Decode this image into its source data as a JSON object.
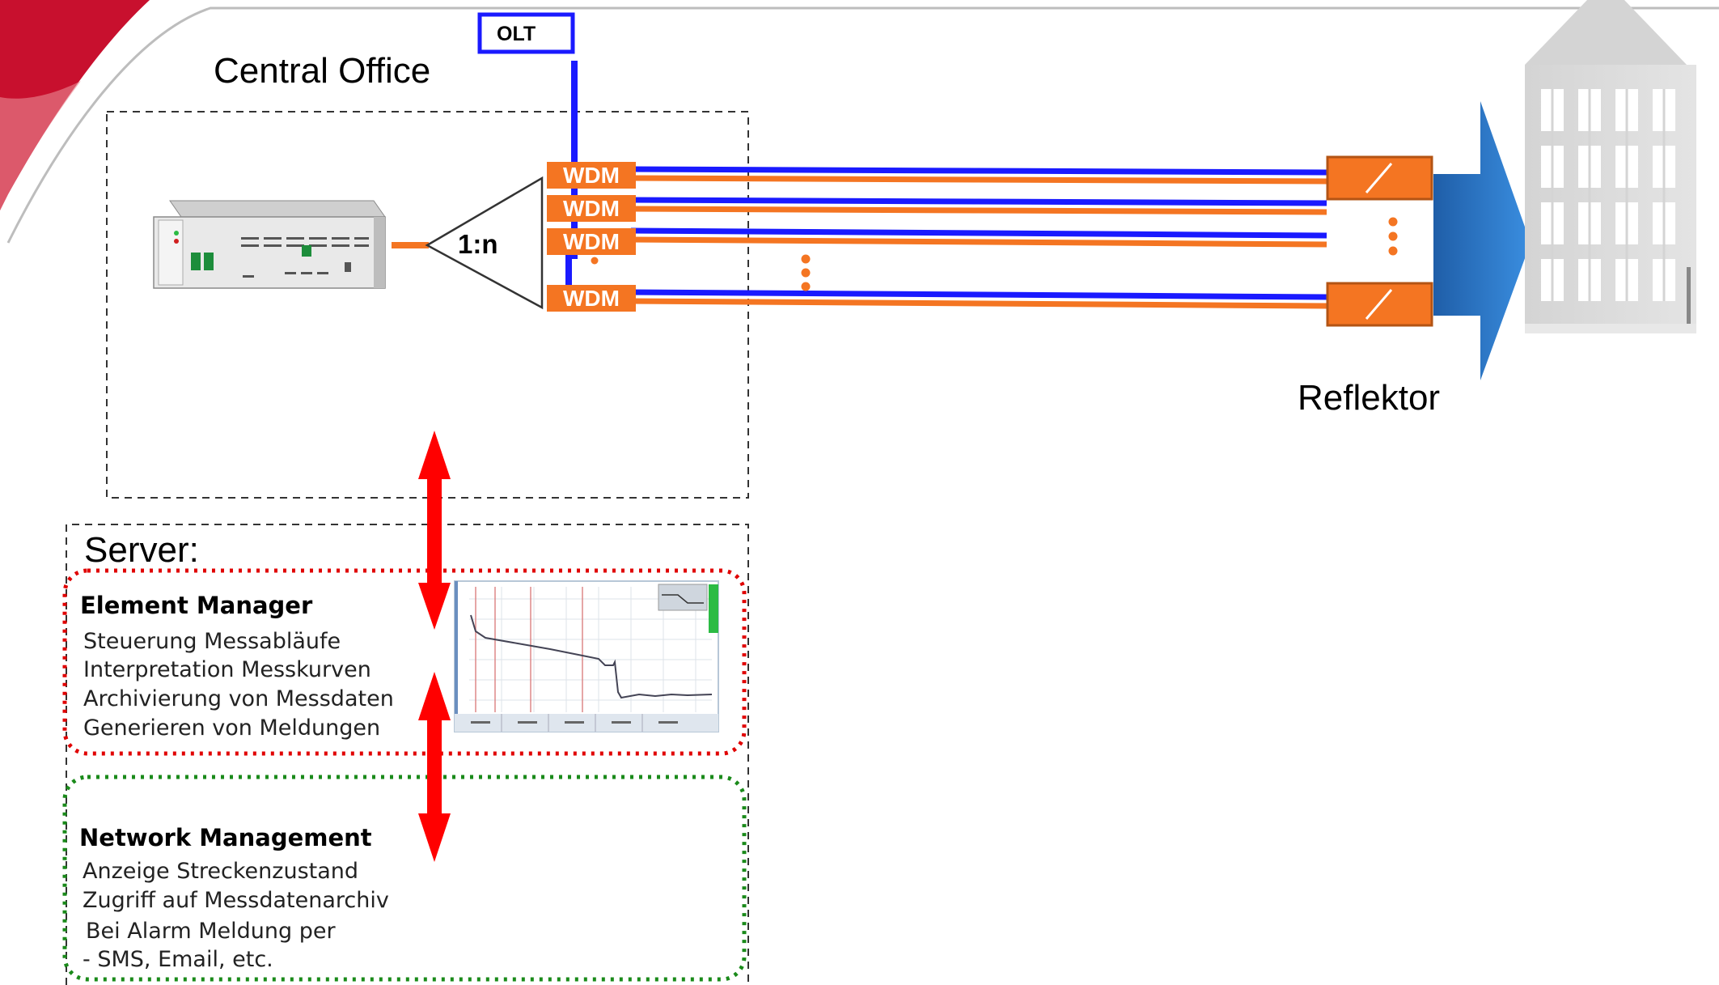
{
  "labels": {
    "olt": "OLT",
    "central_office": "Central Office",
    "splitter": "1:n",
    "reflektor": "Reflektor",
    "server": "Server:"
  },
  "wdm": [
    "WDM",
    "WDM",
    "WDM",
    "WDM"
  ],
  "element_manager": {
    "heading": "Element Manager",
    "items": [
      "Steuerung Messabläufe",
      "Interpretation Messkurven",
      "Archivierung von Messdaten",
      "Generieren von Meldungen"
    ]
  },
  "network_management": {
    "heading": "Network Management",
    "items": [
      "Anzeige Streckenzustand",
      "Zugriff auf Messdatenarchiv",
      "Bei Alarm Meldung  per",
      "- SMS, Email, etc."
    ]
  },
  "colors": {
    "fiber_blue": "#1a1aff",
    "fiber_orange": "#f47522",
    "arrow_red": "#ff0000",
    "element_manager_border": "#e00000",
    "network_management_border": "#1a8a1a",
    "building": "#d9d9d9",
    "accent_red": "#c8102e"
  }
}
